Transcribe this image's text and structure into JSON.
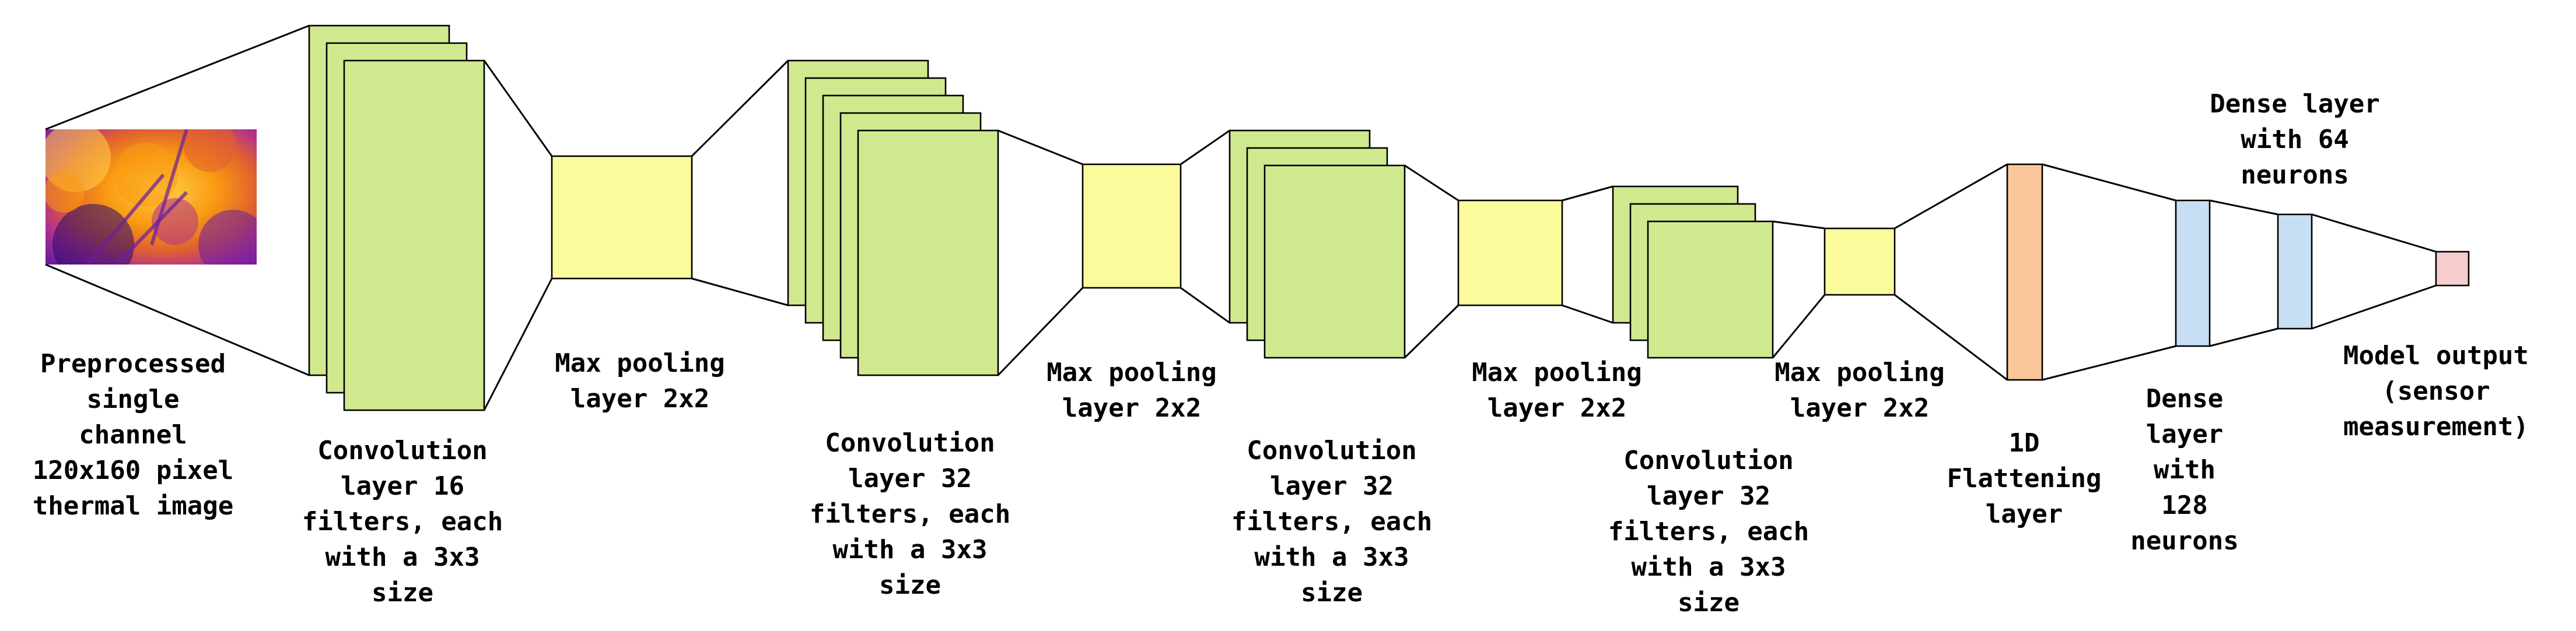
{
  "diagram": {
    "colors": {
      "conv": "#d0e98e",
      "pool": "#fbfb9c",
      "flatten": "#f9c799",
      "dense": "#c6dff5",
      "output": "#f7cccc",
      "outline": "#000000"
    },
    "image": {
      "kind": "thermal-image-thumbnail",
      "palette": [
        "#2a0a6b",
        "#6b1d9e",
        "#b0318f",
        "#e0612f",
        "#f99a12",
        "#ffd24a"
      ]
    },
    "labels": {
      "input": "Preprocessed\nsingle\nchannel\n120x160 pixel\nthermal image",
      "conv1": "Convolution\nlayer 16\nfilters, each\nwith a 3x3\nsize",
      "pool1": "Max pooling\nlayer 2x2",
      "conv2": "Convolution\nlayer 32\nfilters, each\nwith a 3x3\nsize",
      "pool2": "Max pooling\nlayer 2x2",
      "conv3": "Convolution\nlayer 32\nfilters, each\nwith a 3x3\nsize",
      "pool3": "Max pooling\nlayer 2x2",
      "conv4": "Convolution\nlayer 32\nfilters, each\nwith a 3x3\nsize",
      "pool4": "Max pooling\nlayer 2x2",
      "flatten": "1D\nFlattening\nlayer",
      "dense128": "Dense\nlayer\nwith\n128\nneurons",
      "dense64": "Dense layer\nwith 64\nneurons",
      "output": "Model output\n(sensor\nmeasurement)"
    }
  }
}
